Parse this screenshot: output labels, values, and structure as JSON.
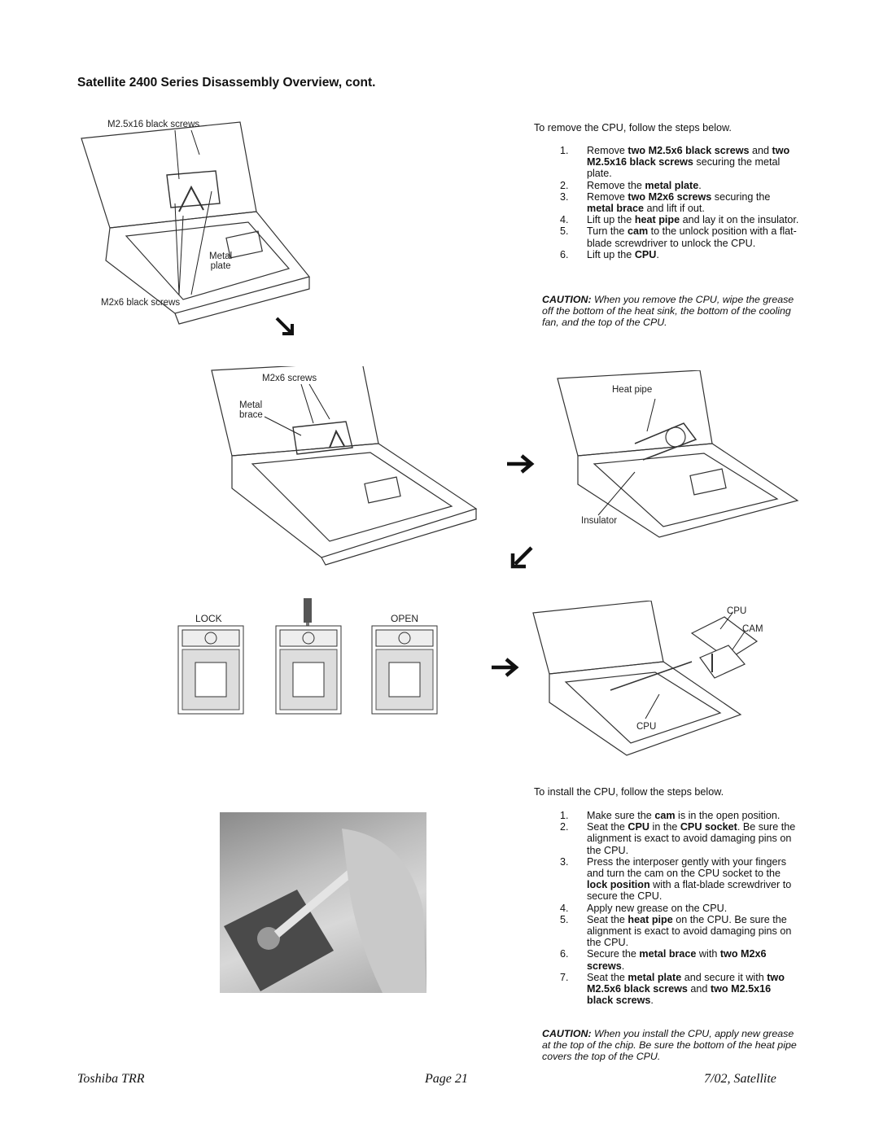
{
  "page_title": "Satellite 2400 Series Disassembly Overview, cont.",
  "remove": {
    "intro": "To remove the CPU, follow the steps below.",
    "steps": [
      {
        "num": "1.",
        "parts": [
          [
            "",
            "Remove "
          ],
          [
            "b",
            "two M2.5x6 black screws"
          ],
          [
            "",
            " and "
          ],
          [
            "b",
            "two M2.5x16 black screws"
          ],
          [
            "",
            " securing the metal plate."
          ]
        ]
      },
      {
        "num": "2.",
        "parts": [
          [
            "",
            "Remove the "
          ],
          [
            "b",
            "metal plate"
          ],
          [
            "",
            "."
          ]
        ]
      },
      {
        "num": "3.",
        "parts": [
          [
            "",
            "Remove "
          ],
          [
            "b",
            "two M2x6 screws"
          ],
          [
            "",
            " securing the "
          ],
          [
            "b",
            "metal brace"
          ],
          [
            "",
            " and lift if out."
          ]
        ]
      },
      {
        "num": "4.",
        "parts": [
          [
            "",
            "Lift up the "
          ],
          [
            "b",
            "heat pipe"
          ],
          [
            "",
            " and lay it on the insulator."
          ]
        ]
      },
      {
        "num": "5.",
        "parts": [
          [
            "",
            "Turn the "
          ],
          [
            "b",
            "cam"
          ],
          [
            "",
            " to the unlock position with a flat-blade screwdriver to unlock the CPU."
          ]
        ]
      },
      {
        "num": "6.",
        "parts": [
          [
            "",
            "Lift up the "
          ],
          [
            "b",
            "CPU"
          ],
          [
            "",
            "."
          ]
        ]
      }
    ],
    "caution_label": "CAUTION:",
    "caution_text": " When you remove the CPU, wipe the grease off the bottom of the heat sink, the bottom of the cooling fan, and the top of the CPU."
  },
  "install": {
    "intro": "To install the CPU, follow the steps below.",
    "steps": [
      {
        "num": "1.",
        "parts": [
          [
            "",
            "Make sure the "
          ],
          [
            "b",
            "cam"
          ],
          [
            "",
            " is in the open position."
          ]
        ]
      },
      {
        "num": "2.",
        "parts": [
          [
            "",
            "Seat the "
          ],
          [
            "b",
            "CPU"
          ],
          [
            "",
            " in the "
          ],
          [
            "b",
            "CPU socket"
          ],
          [
            "",
            ". Be sure the alignment is exact to avoid damaging pins on the CPU."
          ]
        ]
      },
      {
        "num": "3.",
        "parts": [
          [
            "",
            "Press the interposer gently with your fingers and turn the cam on the CPU socket to the "
          ],
          [
            "b",
            "lock position"
          ],
          [
            "",
            " with a flat-blade screwdriver to secure the CPU."
          ]
        ]
      },
      {
        "num": "4.",
        "parts": [
          [
            "",
            "Apply new grease on the CPU."
          ]
        ]
      },
      {
        "num": "5.",
        "parts": [
          [
            "",
            "Seat the "
          ],
          [
            "b",
            "heat pipe"
          ],
          [
            "",
            " on the CPU. Be sure the alignment is exact to avoid damaging pins on the CPU."
          ]
        ]
      },
      {
        "num": "6.",
        "parts": [
          [
            "",
            "Secure the "
          ],
          [
            "b",
            "metal brace"
          ],
          [
            "",
            " with "
          ],
          [
            "b",
            "two M2x6 screws"
          ],
          [
            "",
            "."
          ]
        ]
      },
      {
        "num": "7.",
        "parts": [
          [
            "",
            "Seat the "
          ],
          [
            "b",
            "metal plate"
          ],
          [
            "",
            " and secure it with "
          ],
          [
            "b",
            "two M2.5x6 black screws"
          ],
          [
            "",
            " and "
          ],
          [
            "b",
            "two M2.5x16 black screws"
          ],
          [
            "",
            "."
          ]
        ]
      }
    ],
    "caution_label": "CAUTION:",
    "caution_text": " When you install the CPU, apply new grease at the top of the chip. Be sure the bottom of the heat pipe covers the top of the CPU."
  },
  "figure_labels": {
    "m25x16": "M2.5x16 black screws",
    "metal_plate": "Metal\nplate",
    "m2x6_black": "M2x6 black screws",
    "m2x6": "M2x6 screws",
    "metal_brace": "Metal\nbrace",
    "heat_pipe": "Heat pipe",
    "insulator": "Insulator",
    "lock": "LOCK",
    "open": "OPEN",
    "cpu_top": "CPU",
    "cam": "CAM",
    "cpu_bottom": "CPU"
  },
  "footer": {
    "left": "Toshiba TRR",
    "center": "Page 21",
    "right": "7/02, Satellite"
  }
}
